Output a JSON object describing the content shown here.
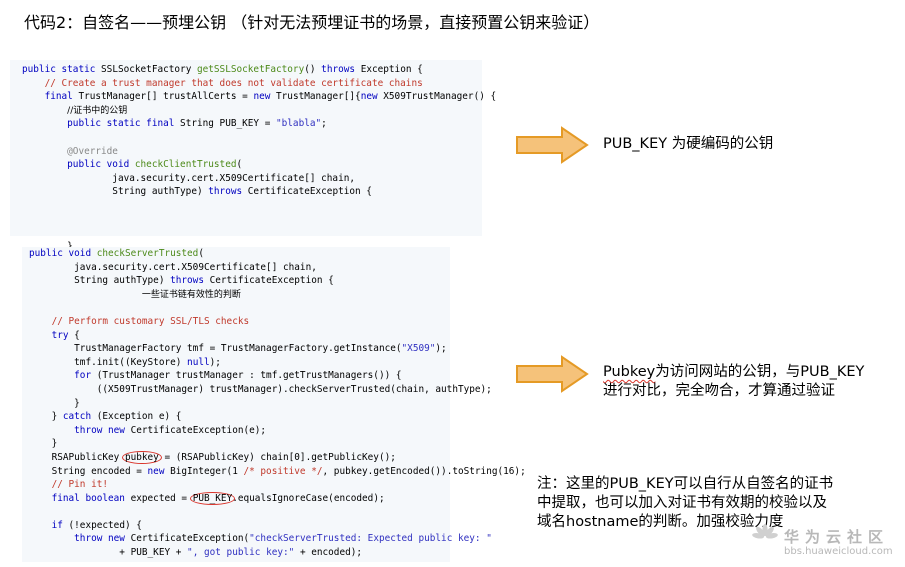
{
  "slide_title": "代码2：自签名——预埋公钥 （针对无法预埋证书的场景，直接预置公钥来验证）",
  "code_block_1": [
    [
      "kw:public static ",
      "t:SSLSocketFactory ",
      "fn:getSSLSocketFactory",
      "t:() ",
      "kw:throws ",
      "t:Exception {"
    ],
    [
      "t:    ",
      "cm:// Create a trust manager that does not validate certificate chains"
    ],
    [
      "t:    ",
      "kw:final ",
      "t:TrustManager[] trustAllCerts = ",
      "kw:new ",
      "t:TrustManager[]{",
      "kw:new ",
      "t:X509TrustManager() {"
    ],
    [
      "t:        ",
      "cn://证书中的公钥"
    ],
    [
      "t:        ",
      "kw:public static final ",
      "t:String PUB_KEY = ",
      "str:\"blabla\"",
      "t:;"
    ],
    [
      "t:"
    ],
    [
      "t:        ",
      "an:@Override"
    ],
    [
      "t:        ",
      "kw:public void ",
      "fn:checkClientTrusted",
      "t:("
    ],
    [
      "t:                java.security.cert.X509Certificate[] chain,"
    ],
    [
      "t:                String authType) ",
      "kw:throws ",
      "t:CertificateException {"
    ],
    [
      "t:"
    ],
    [
      "t:"
    ],
    [
      "t:"
    ],
    [
      "t:        }"
    ]
  ],
  "code_block_2": [
    [
      "kw:public void ",
      "fn:checkServerTrusted",
      "t:("
    ],
    [
      "t:        java.security.cert.X509Certificate[] chain,"
    ],
    [
      "t:        String authType) ",
      "kw:throws ",
      "t:CertificateException {"
    ],
    [
      "t:                    ",
      "cn:一些证书链有效性的判断"
    ],
    [
      "t:"
    ],
    [
      "t:    ",
      "cm:// Perform customary SSL/TLS checks"
    ],
    [
      "t:    ",
      "kw:try ",
      "t:{"
    ],
    [
      "t:        TrustManagerFactory tmf = TrustManagerFactory.getInstance(",
      "str:\"X509\"",
      "t:);"
    ],
    [
      "t:        tmf.init((KeyStore) ",
      "kw:null",
      "t:);"
    ],
    [
      "t:        ",
      "kw:for ",
      "t:(TrustManager trustManager : tmf.getTrustManagers()) {"
    ],
    [
      "t:            ((X509TrustManager) trustManager).checkServerTrusted(chain, authType);"
    ],
    [
      "t:        }"
    ],
    [
      "t:    } ",
      "kw:catch ",
      "t:(Exception e) {"
    ],
    [
      "t:        ",
      "kw:throw new ",
      "t:CertificateException(e);"
    ],
    [
      "t:    }"
    ],
    [
      "t:    RSAPublicKey ",
      "ov:pubkey",
      "t: = (RSAPublicKey) chain[0].getPublicKey();"
    ],
    [
      "t:    String encoded = ",
      "kw:new ",
      "t:BigInteger(1 ",
      "cm:/* positive */",
      "t:, pubkey.getEncoded()).toString(16);"
    ],
    [
      "t:    ",
      "cm:// Pin it!"
    ],
    [
      "t:    ",
      "kw:final boolean ",
      "t:expected = ",
      "ov:PUB_KEY",
      "t:.equalsIgnoreCase(encoded);"
    ],
    [
      "t:"
    ],
    [
      "t:    ",
      "kw:if ",
      "t:(!expected) {"
    ],
    [
      "t:        ",
      "kw:throw new ",
      "t:CertificateException(",
      "str:\"checkServerTrusted: Expected public key: \""
    ],
    [
      "t:                + PUB_KEY + ",
      "str:\", got public key:\"",
      "t: + encoded);"
    ]
  ],
  "note_1": "PUB_KEY 为硬编码的公钥",
  "note_2_word": "Pubkey",
  "note_2_line1_rest": "为访问网站的公钥，与PUB_KEY",
  "note_2_line2": "进行对比，完全吻合，才算通过验证",
  "note_3_lines": [
    "注：这里的PUB_KEY可以自行从自签名的证书",
    "中提取，也可以加入对证书有效期的校验以及",
    "域名hostname的判断。加强校验力度"
  ],
  "watermark": {
    "name": "华为云社区",
    "url": "bbs.huaweicloud.com"
  },
  "colors": {
    "arrow_fill": "#f5c27a",
    "arrow_stroke": "#e59a25",
    "keyword": "#0000c0",
    "comment": "#c0392b",
    "function": "#4d8a1a",
    "code_bg": "#f5f8fb"
  }
}
